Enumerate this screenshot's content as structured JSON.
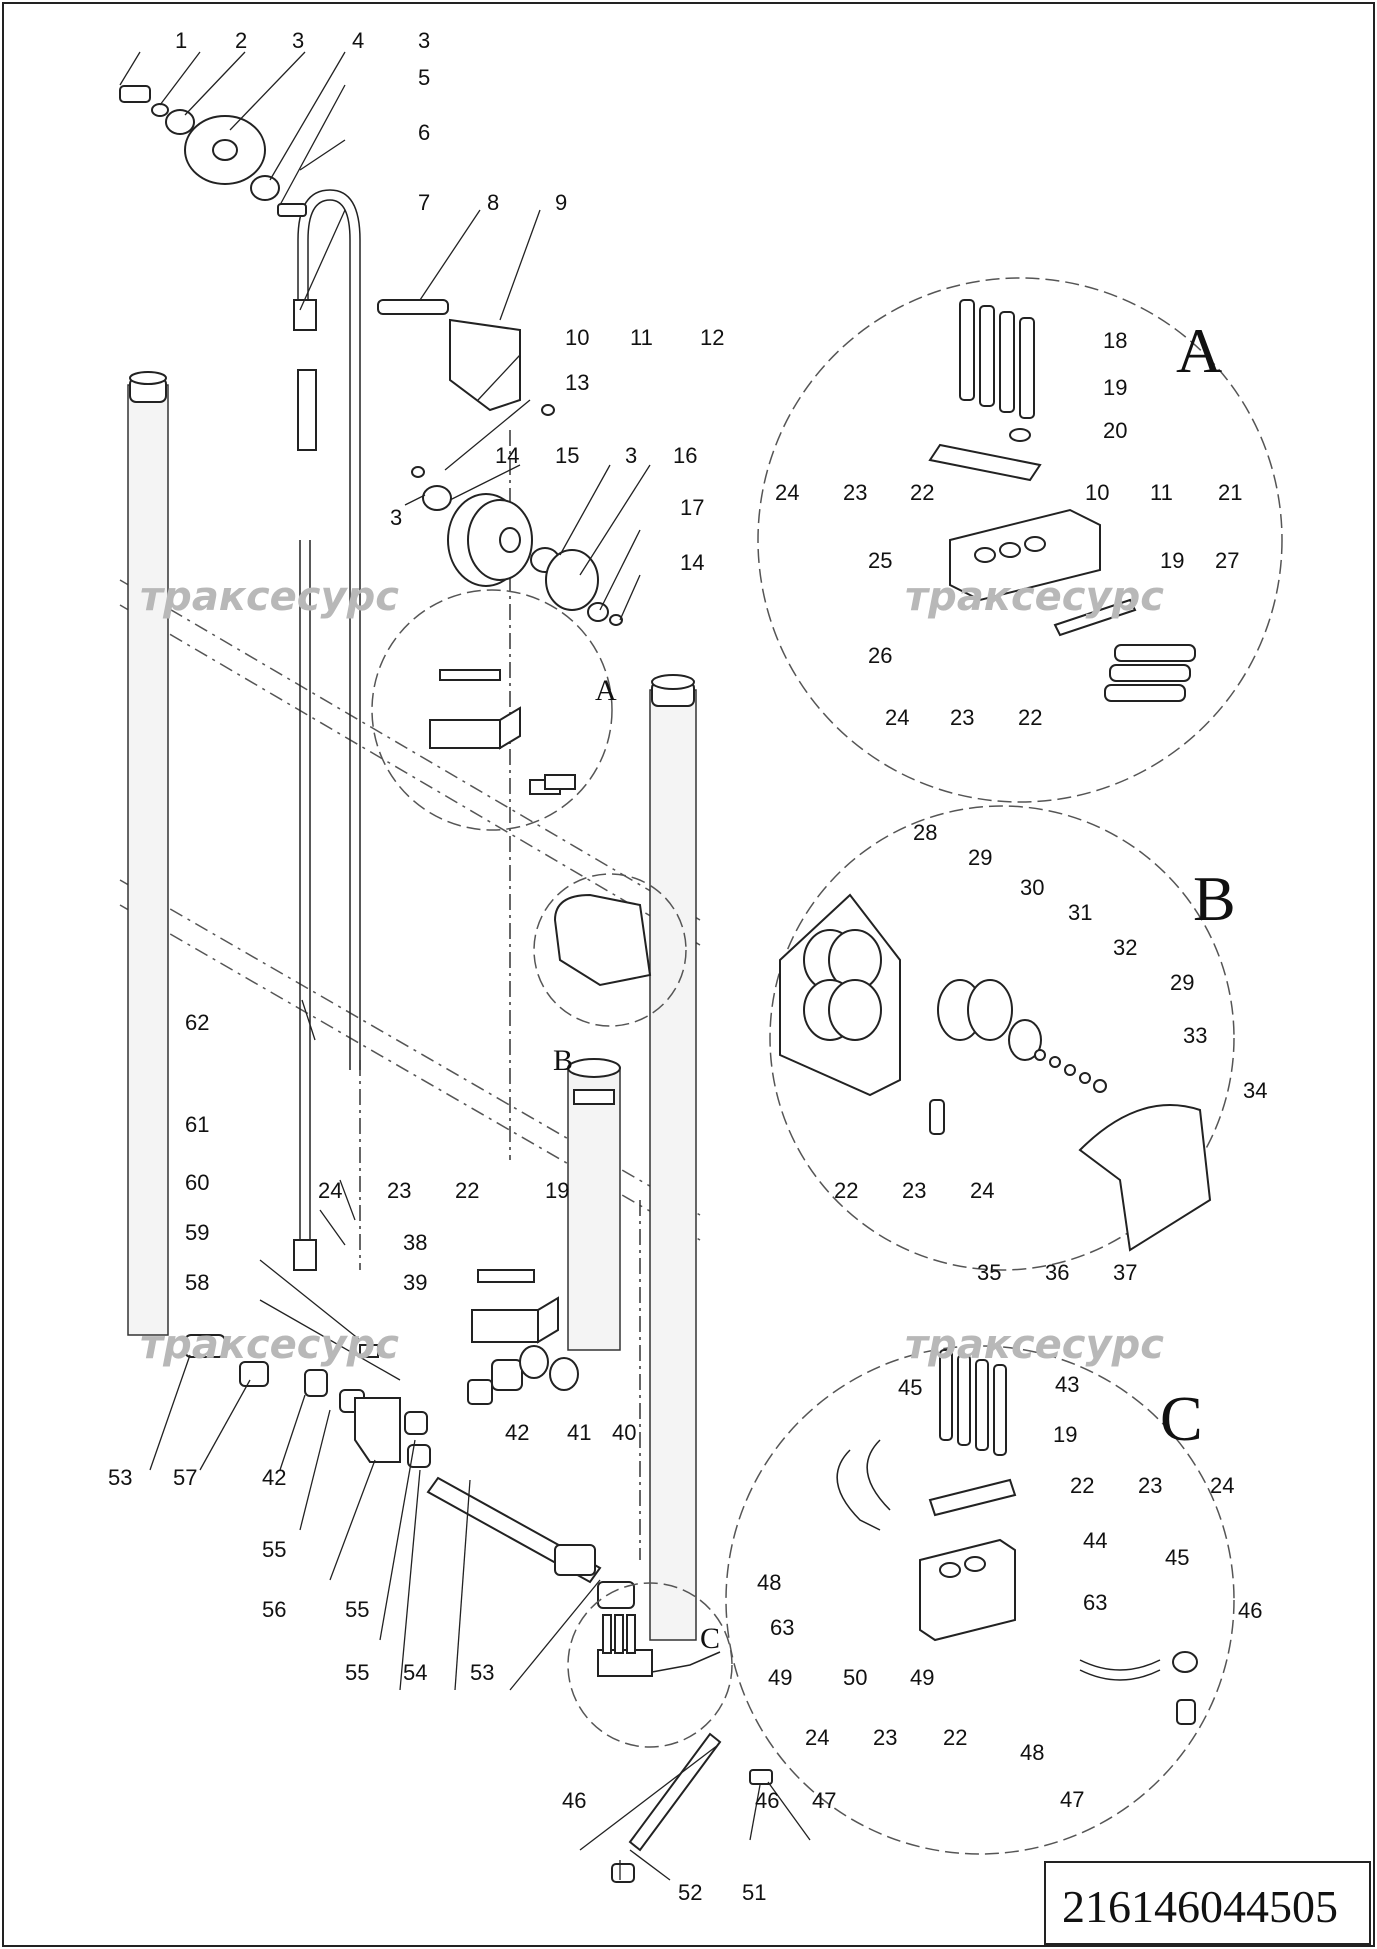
{
  "watermark": "траксесурс",
  "drawing_number": "216146044505",
  "detail_letters": {
    "a": "A",
    "b": "B",
    "c": "C"
  },
  "callouts": {
    "main": [
      "1",
      "2",
      "3",
      "4",
      "3",
      "5",
      "6",
      "7",
      "8",
      "9",
      "10",
      "11",
      "12",
      "13",
      "14",
      "15",
      "3",
      "16",
      "17",
      "14",
      "3",
      "A",
      "B",
      "C",
      "62",
      "61",
      "60",
      "59",
      "58",
      "24",
      "23",
      "22",
      "19",
      "38",
      "39",
      "42",
      "41",
      "40",
      "53",
      "57",
      "42",
      "55",
      "56",
      "55",
      "55",
      "54",
      "53",
      "46",
      "46",
      "47",
      "52",
      "51"
    ],
    "detail_a": [
      "18",
      "19",
      "20",
      "24",
      "23",
      "22",
      "10",
      "11",
      "21",
      "25",
      "19",
      "27",
      "26",
      "24",
      "23",
      "22"
    ],
    "detail_b": [
      "28",
      "29",
      "30",
      "31",
      "32",
      "29",
      "33",
      "34",
      "22",
      "23",
      "24",
      "35",
      "36",
      "37"
    ],
    "detail_c": [
      "45",
      "43",
      "19",
      "22",
      "23",
      "24",
      "44",
      "48",
      "63",
      "63",
      "49",
      "50",
      "49",
      "45",
      "46",
      "24",
      "23",
      "22",
      "48",
      "47"
    ]
  }
}
